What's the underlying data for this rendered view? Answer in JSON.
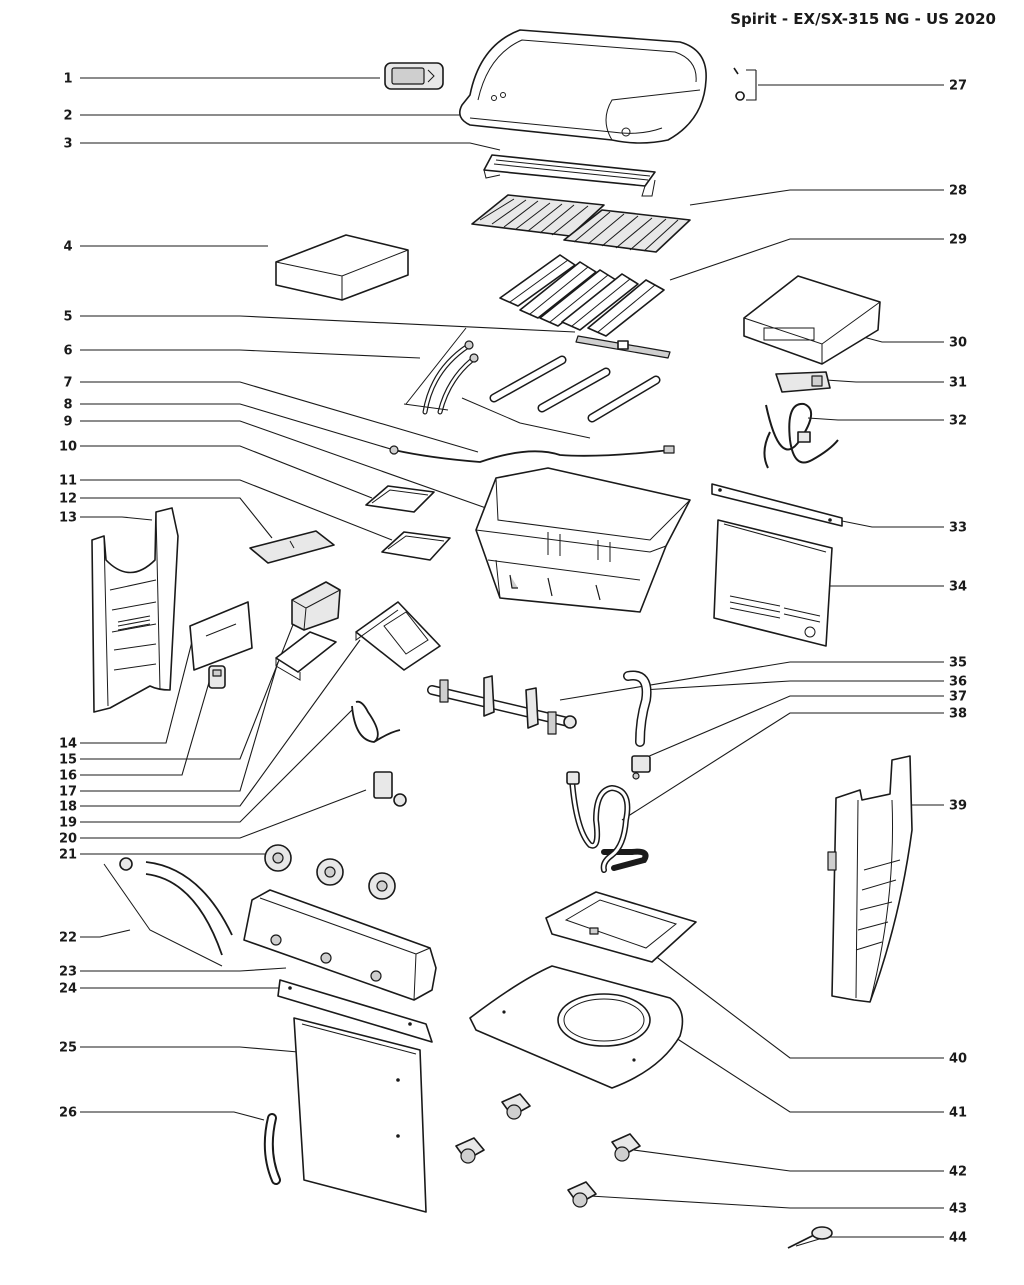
{
  "title": "Spirit - EX/SX-315 NG - US 2020",
  "labels": [
    "1",
    "2",
    "3",
    "4",
    "5",
    "6",
    "7",
    "8",
    "9",
    "10",
    "11",
    "12",
    "13",
    "14",
    "15",
    "16",
    "17",
    "18",
    "19",
    "20",
    "21",
    "22",
    "23",
    "24",
    "25",
    "26",
    "27",
    "28",
    "29",
    "30",
    "31",
    "32",
    "33",
    "34",
    "35",
    "36",
    "37",
    "38",
    "39",
    "40",
    "41",
    "42",
    "43",
    "44"
  ]
}
